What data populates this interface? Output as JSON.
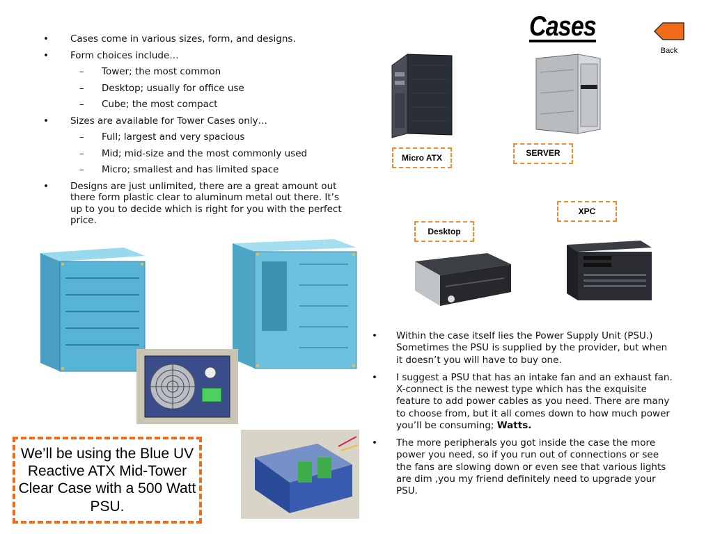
{
  "page": {
    "title": "Cases",
    "back_label": "Back",
    "accent_color": "#f06a1a"
  },
  "left_list": {
    "b1": "Cases come in various sizes, form, and designs.",
    "b2": "Form choices include…",
    "b2_subs": [
      "Tower; the most common",
      "Desktop; usually for office use",
      "Cube; the most compact"
    ],
    "b3": "Sizes are available for Tower Cases only…",
    "b3_subs": [
      "Full; largest and very spacious",
      "Mid; mid-size and the most commonly used",
      "Micro; smallest and has limited space"
    ],
    "b4": "Designs are just unlimited, there are a great amount out there form plastic clear to aluminum metal out there. It’s up to you to decide which is right for you with the perfect price."
  },
  "labels": {
    "micro_atx": "Micro ATX",
    "server": "SERVER",
    "xpc": "XPC",
    "desktop": "Desktop"
  },
  "right_list": {
    "b1": "Within the case itself lies the Power Supply Unit (PSU.) Sometimes the PSU is supplied by the provider, but when it doesn’t you will have to buy one.",
    "b2_text": "I suggest a PSU that has an intake fan and an exhaust fan. X-connect is the newest type which has the exquisite feature to add power cables as you need. There are many to choose from, but it all comes down to how much power you’ll be consuming;",
    "b2_bold": "Watts.",
    "b3": "The more peripherals you got inside the case the more power you need, so if you run out of connections or see the fans are slowing down or even see that various lights are dim ,you my friend definitely need to upgrade your PSU."
  },
  "callout": {
    "text": "We’ll be using the Blue UV Reactive ATX Mid-Tower Clear Case with a 500 Watt PSU."
  }
}
